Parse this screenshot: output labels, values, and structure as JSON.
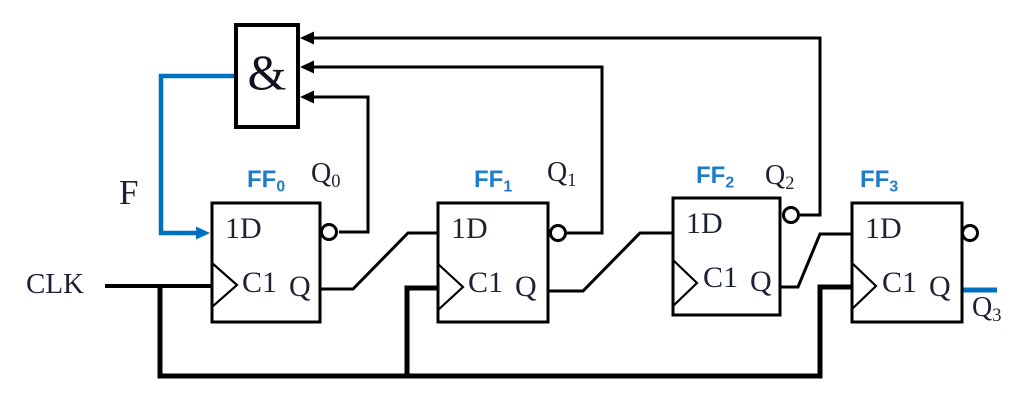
{
  "diagram": {
    "and_gate": {
      "symbol": "&"
    },
    "clock": {
      "label": "CLK"
    },
    "feedback": {
      "label": "F"
    },
    "flipflops": [
      {
        "name": "FF",
        "index": "0",
        "d_input": "1D",
        "clock_input": "C1",
        "output": "Q",
        "output_name": "Q",
        "output_index": "0"
      },
      {
        "name": "FF",
        "index": "1",
        "d_input": "1D",
        "clock_input": "C1",
        "output": "Q",
        "output_name": "Q",
        "output_index": "1"
      },
      {
        "name": "FF",
        "index": "2",
        "d_input": "1D",
        "clock_input": "C1",
        "output": "Q",
        "output_name": "Q",
        "output_index": "2"
      },
      {
        "name": "FF",
        "index": "3",
        "d_input": "1D",
        "clock_input": "C1",
        "output": "Q",
        "output_name": "Q",
        "output_index": "3"
      }
    ],
    "colors": {
      "wire_blue": "#0070C0",
      "ff_label_blue": "#1E7CCB"
    }
  }
}
